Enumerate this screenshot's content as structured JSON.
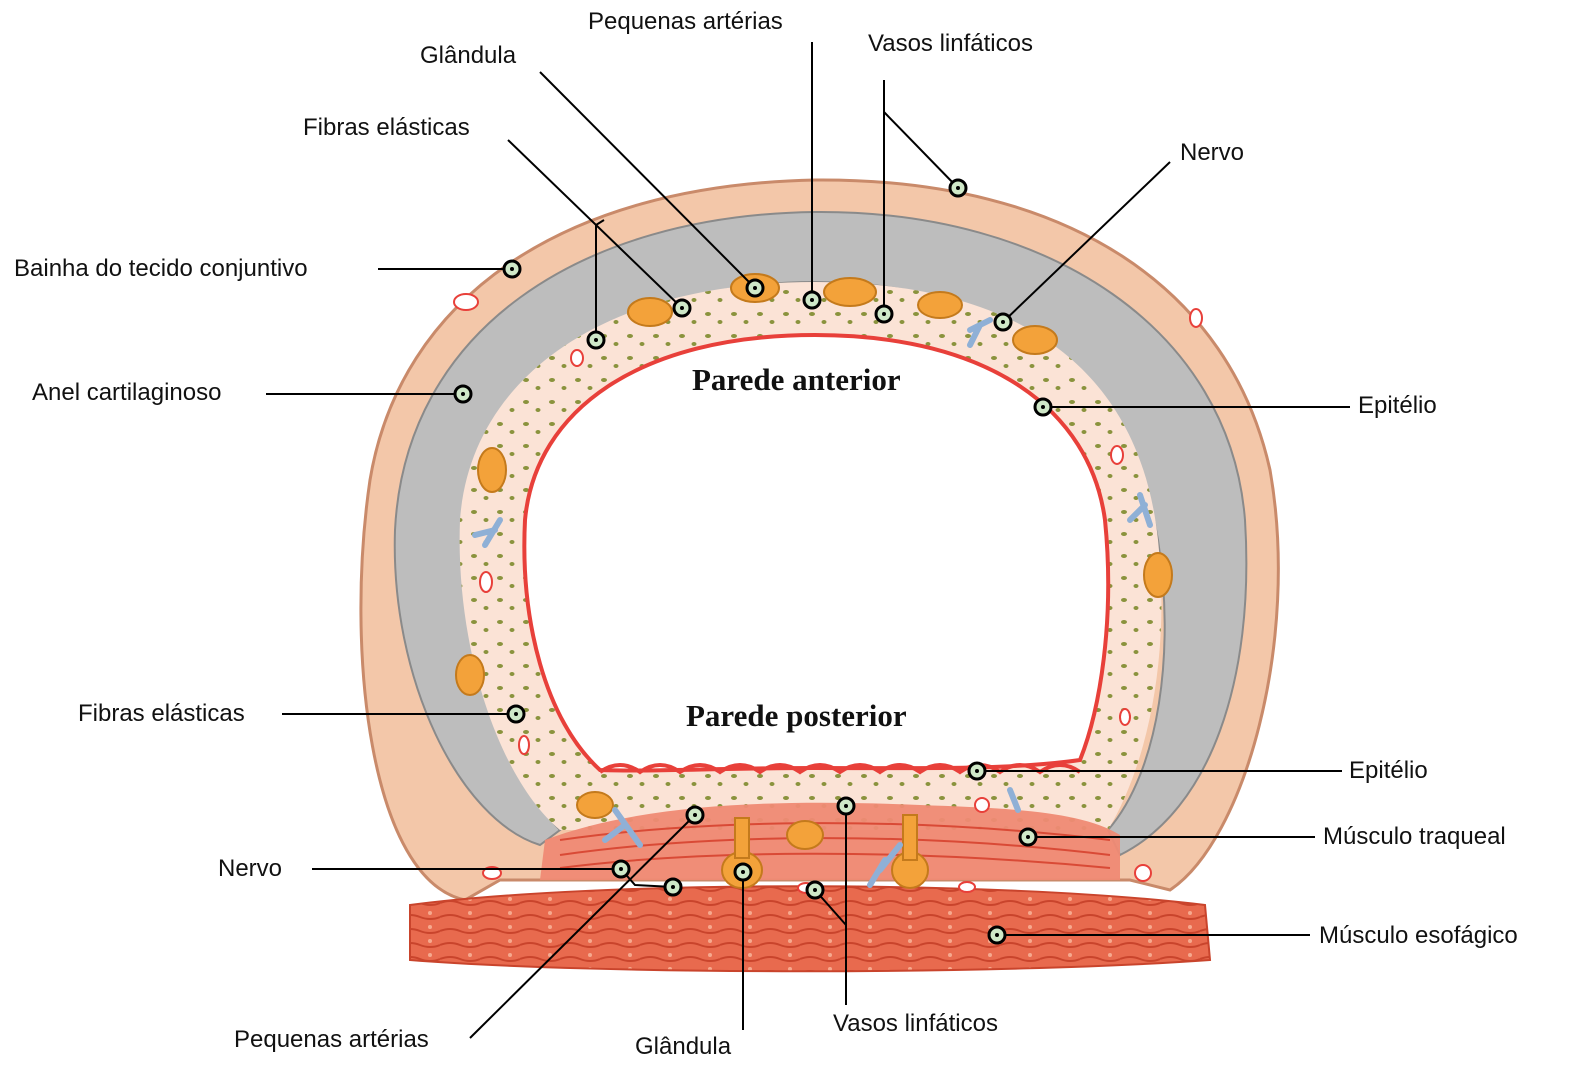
{
  "walls": {
    "anterior": "Parede anterior",
    "posterior": "Parede posterior"
  },
  "labels": {
    "small_arteries_top": "Pequenas artérias",
    "gland_top": "Glândula",
    "lymphatics_top": "Vasos linfáticos",
    "elastic_fibers_top": "Fibras elásticas",
    "nerve_top": "Nervo",
    "connective_sheath": "Bainha do tecido conjuntivo",
    "cartilage_ring": "Anel cartilaginoso",
    "epithelium_top": "Epitélio",
    "elastic_fibers_bottom": "Fibras elásticas",
    "epithelium_bottom": "Epitélio",
    "trachealis": "Músculo traqueal",
    "nerve_bottom": "Nervo",
    "esophageal_muscle": "Músculo esofágico",
    "small_arteries_bottom": "Pequenas artérias",
    "gland_bottom": "Glândula",
    "lymphatics_bottom": "Vasos linfáticos"
  },
  "colors": {
    "cartilage": "#bdbdbd",
    "connective": "#f3c7a9",
    "mucosa": "#fbe3d6",
    "epithelium": "#e8403a",
    "gland": "#f3a23a",
    "fiber_dot": "#7d8a2c",
    "muscle": "#e86a4e",
    "nerve": "#8fb0d6",
    "marker_center": "#cfe8c8"
  }
}
